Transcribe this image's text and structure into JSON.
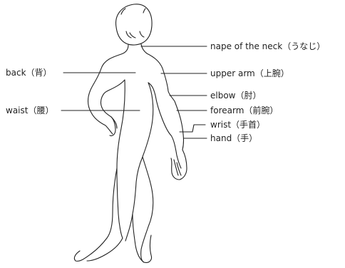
{
  "diagram": {
    "labels": {
      "nape": "nape of the neck（うなじ）",
      "back": "back（背）",
      "upper_arm": "upper arm（上腕）",
      "elbow": "elbow（肘）",
      "waist": "waist（腰）",
      "forearm": "forearm（前腕）",
      "wrist": "wrist（手首）",
      "hand": "hand（手）"
    },
    "colors": {
      "line": "#222222",
      "text": "#222222",
      "background": "#ffffff"
    }
  }
}
